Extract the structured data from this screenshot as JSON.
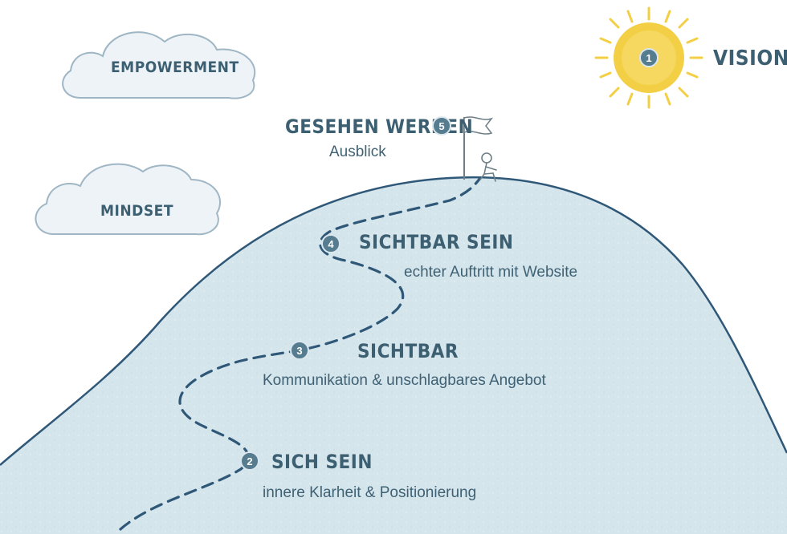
{
  "clouds": [
    {
      "label": "Empowerment"
    },
    {
      "label": "Mindset"
    }
  ],
  "vision": {
    "number": "1",
    "label": "Vision"
  },
  "steps": [
    {
      "number": "2",
      "title": "SICH SEIN",
      "subtitle": "innere Klarheit & Positionierung"
    },
    {
      "number": "3",
      "title": "SICHTBAR",
      "subtitle": "Kommunikation & unschlagbares Angebot"
    },
    {
      "number": "4",
      "title": "SICHTBAR SEIN",
      "subtitle": "echter Auftritt mit Website"
    },
    {
      "number": "5",
      "title": "GESEHEN WERDEN",
      "subtitle": "Ausblick"
    }
  ],
  "colors": {
    "mountain_fill": "#d5e5ec",
    "mountain_outline": "#2f5878",
    "path": "#2f5878",
    "badge": "#567c8f",
    "text": "#3d5f72",
    "sun": "#f3cf45",
    "cloud_fill": "#eef3f7",
    "cloud_outline": "#9fb6c4"
  }
}
